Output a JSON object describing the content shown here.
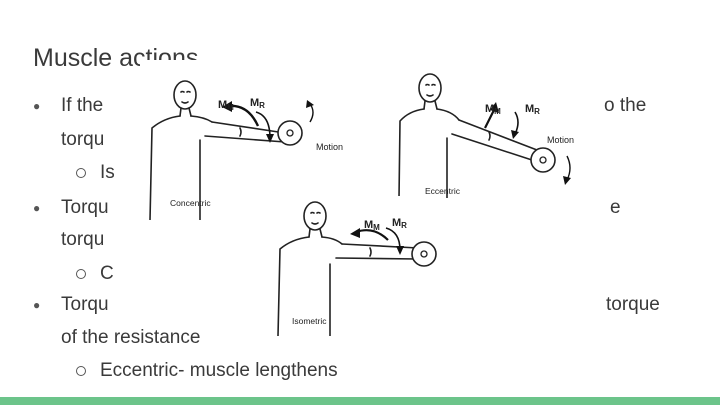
{
  "slide": {
    "title": "Muscle actions",
    "accent_color": "#6cc48a",
    "lines": {
      "b1_start": "If the",
      "b1_end": "o the",
      "b1_cont": "torqu",
      "s1": "Is",
      "b2_start": "Torqu",
      "b2_end": "e",
      "b2_cont": "torqu",
      "s2": "C",
      "b3_start": "Torqu",
      "b3_end": "torque",
      "b3_cont": "of the resistance",
      "s3": "Eccentric- muscle lengthens"
    }
  },
  "figures": {
    "concentric": {
      "caption": "Concentric",
      "mm": "M",
      "mm_sub": "M",
      "mr": "M",
      "mr_sub": "R",
      "motion": "Motion"
    },
    "eccentric": {
      "caption": "Eccentric",
      "mm": "M",
      "mm_sub": "M",
      "mr": "M",
      "mr_sub": "R",
      "motion": "Motion"
    },
    "isometric": {
      "caption": "Isometric",
      "mm": "M",
      "mm_sub": "M",
      "mr": "M",
      "mr_sub": "R"
    }
  }
}
